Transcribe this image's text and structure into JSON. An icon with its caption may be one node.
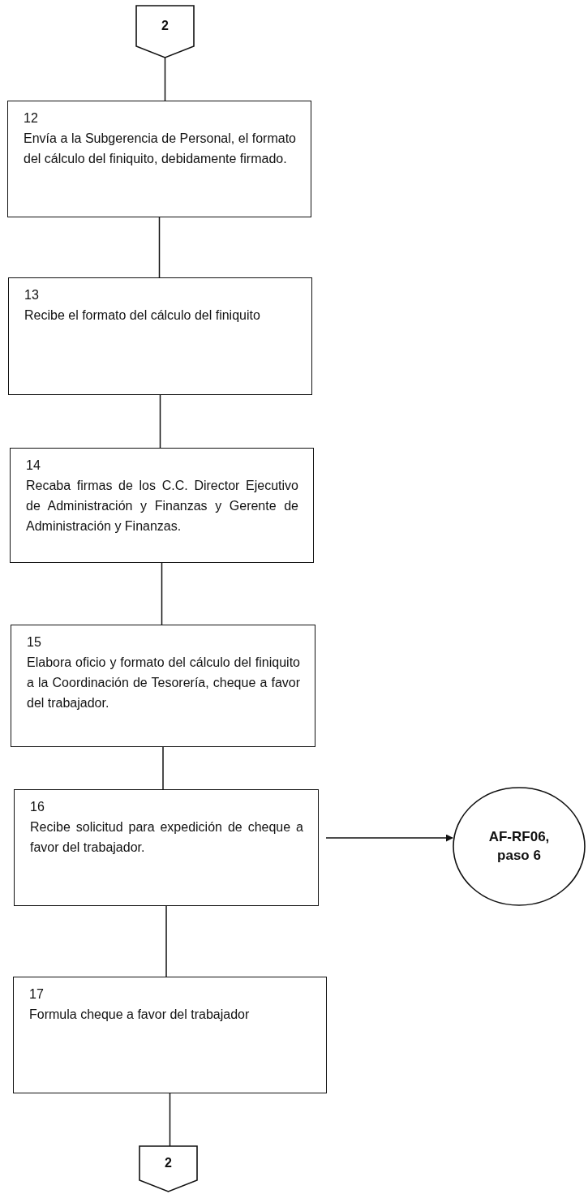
{
  "diagram": {
    "nodes": [
      {
        "text": [
          "2"
        ]
      },
      {
        "text": [
          "12",
          "Envía a la Subgerencia de Personal, el formato del cálculo del finiquito, debidamente firmado."
        ]
      },
      {
        "text": [
          "13",
          "Recibe el formato del cálculo del finiquito"
        ]
      },
      {
        "text": [
          "14",
          "Recaba firmas de los C.C. Director Ejecutivo de Administración y Finanzas y Gerente de Administración y Finanzas."
        ]
      },
      {
        "text": [
          "15",
          "Elabora oficio y formato del cálculo del finiquito a la Coordinación de Tesorería, cheque a favor del trabajador."
        ]
      },
      {
        "text": [
          "16",
          "Recibe solicitud para expedición de cheque a favor del trabajador."
        ]
      },
      {
        "text": [
          "AF-RF06, paso 6"
        ]
      },
      {
        "text": [
          "17",
          "Formula cheque a favor del trabajador"
        ]
      },
      {
        "text": [
          "2"
        ]
      }
    ],
    "edges": [
      {
        "from": 0,
        "to": 1,
        "arrow": "none"
      },
      {
        "from": 1,
        "to": 2,
        "arrow": "none"
      },
      {
        "from": 2,
        "to": 3,
        "arrow": "none"
      },
      {
        "from": 3,
        "to": 4,
        "arrow": "none"
      },
      {
        "from": 4,
        "to": 5,
        "arrow": "none"
      },
      {
        "from": 5,
        "to": 6,
        "arrow": "to"
      },
      {
        "from": 5,
        "to": 7,
        "arrow": "none"
      },
      {
        "from": 7,
        "to": 8,
        "arrow": "none"
      }
    ]
  }
}
